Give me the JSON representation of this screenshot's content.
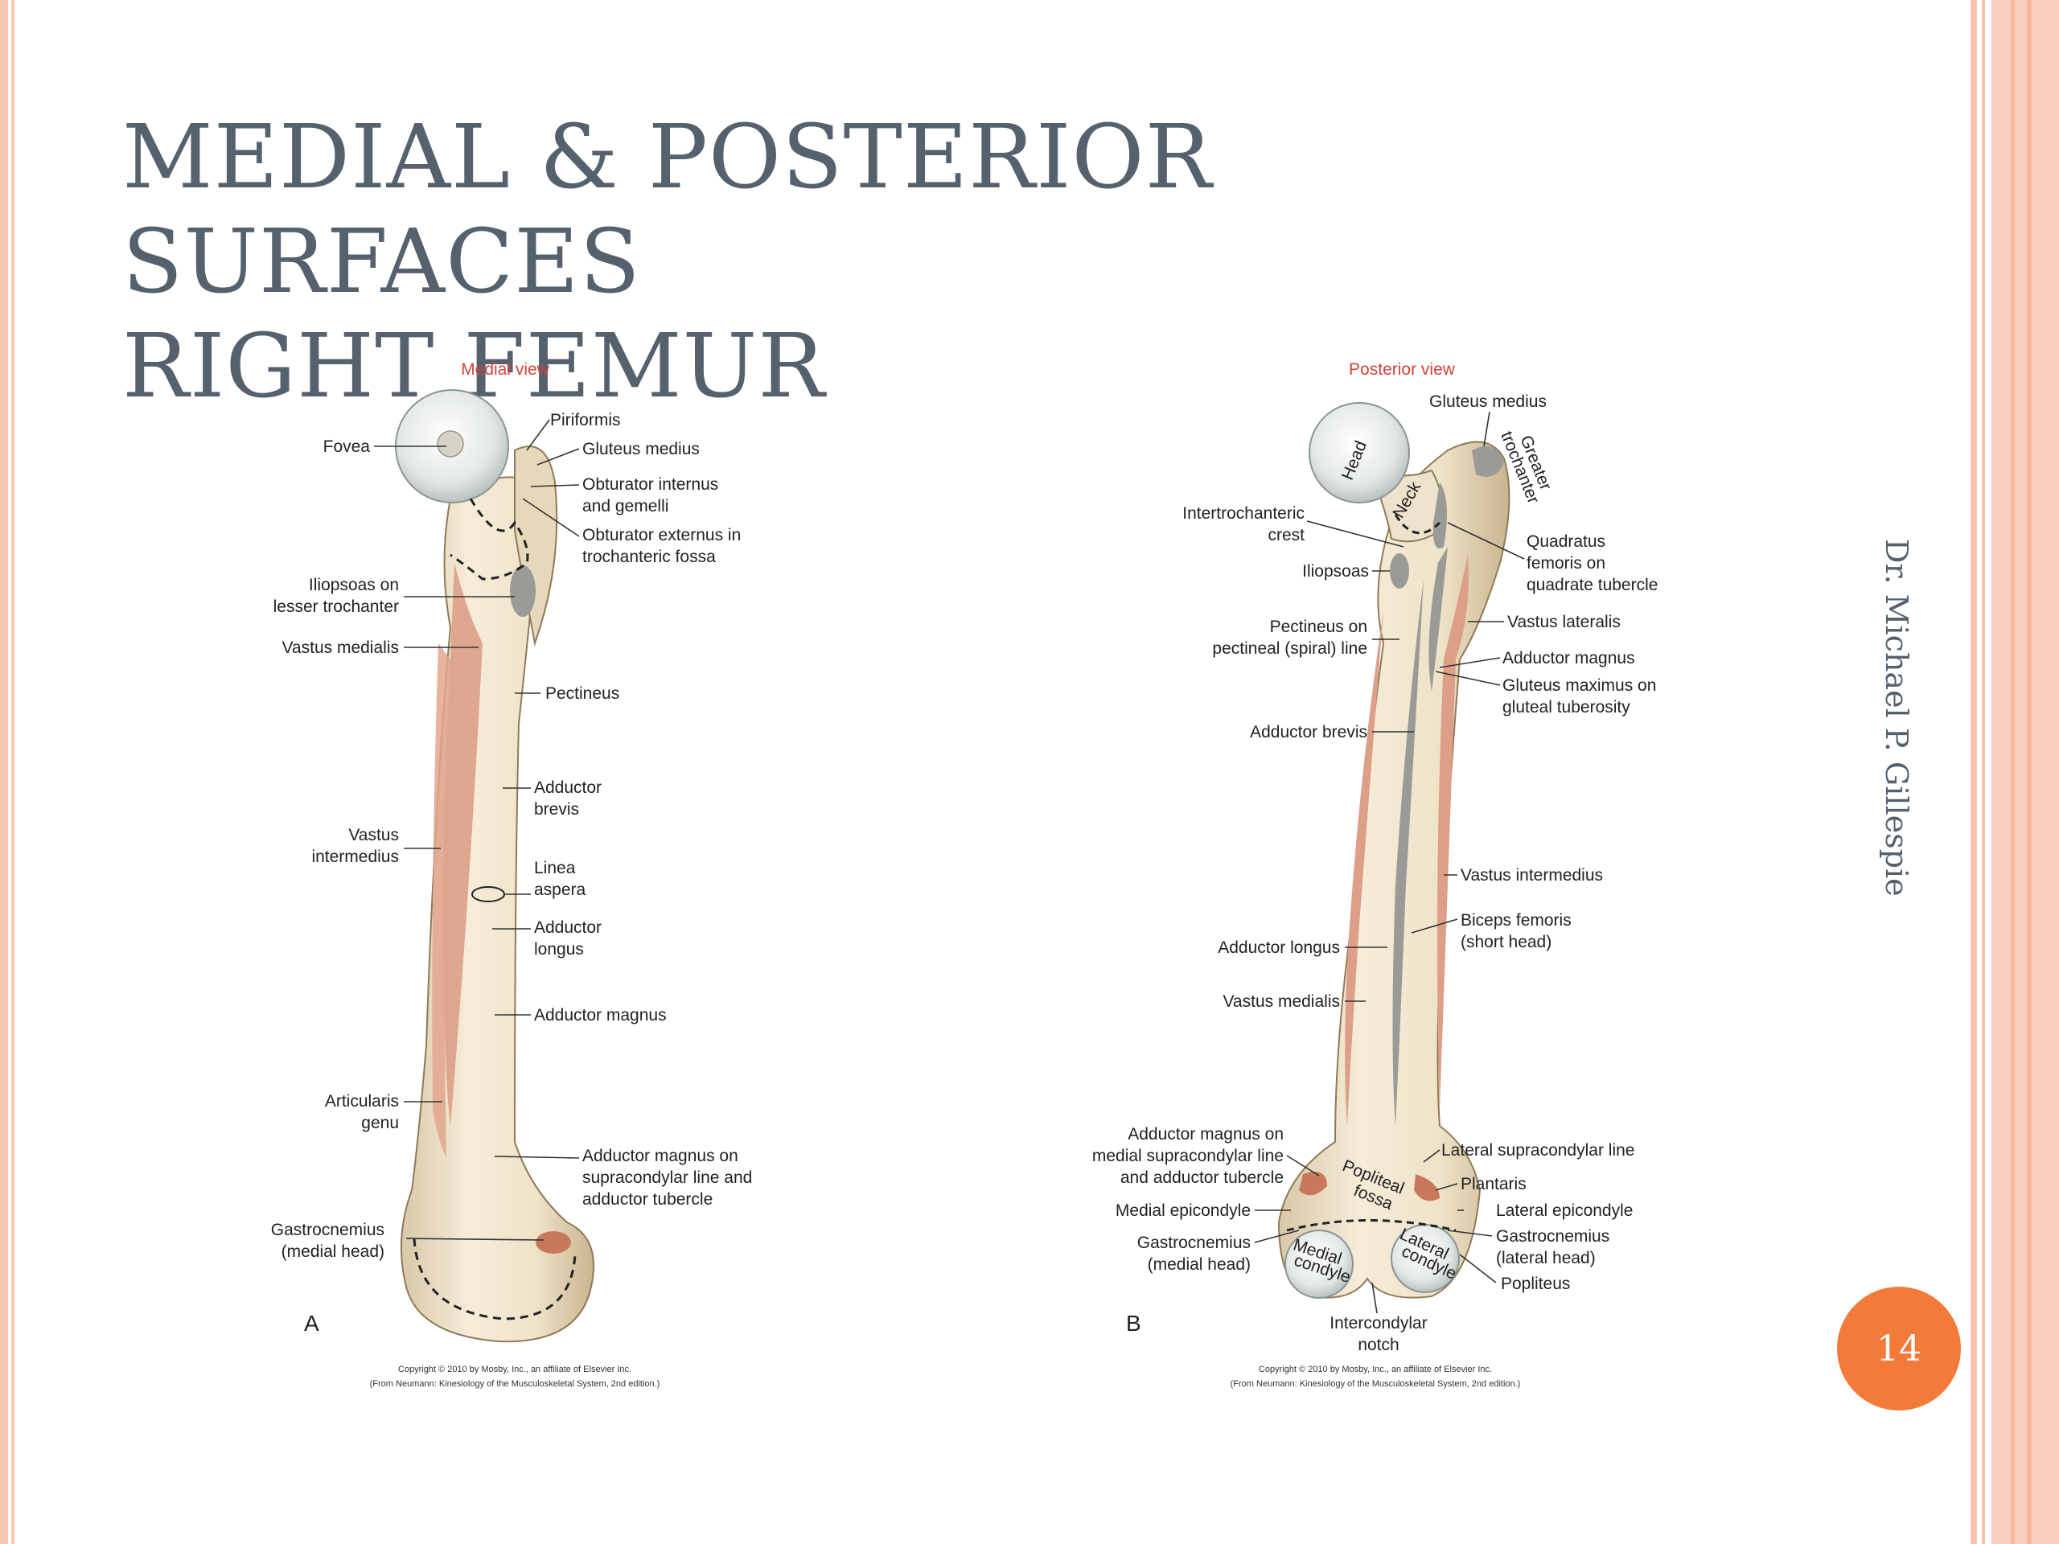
{
  "slide": {
    "title_line1": "MEDIAL & POSTERIOR SURFACES",
    "title_line2": "RIGHT FEMUR",
    "author": "Dr. Michael P. Gillespie",
    "page_number": "14"
  },
  "colors": {
    "accent": "#f47a3a",
    "border": "#f7c3ad",
    "title": "#56616e",
    "view_label": "#d0433a",
    "bone": "#f1e5cf",
    "muscle": "#dd9f88",
    "attachment": "#9a9a97"
  },
  "panel_a": {
    "view_title": "Medial view",
    "letter": "A",
    "copyright_line1": "Copyright © 2010 by Mosby, Inc., an affiliate of Elsevier Inc.",
    "copyright_line2": "(From Neumann: Kinesiology of the Musculoskeletal System, 2nd edition.)",
    "labels": {
      "fovea": "Fovea",
      "piriformis": "Piriformis",
      "gluteus_medius": "Gluteus medius",
      "obturator_internus_1": "Obturator internus",
      "obturator_internus_2": "and gemelli",
      "obturator_externus_1": "Obturator externus in",
      "obturator_externus_2": "trochanteric fossa",
      "iliopsoas_1": "Iliopsoas on",
      "iliopsoas_2": "lesser trochanter",
      "vastus_medialis": "Vastus medialis",
      "pectineus": "Pectineus",
      "adductor_brevis_1": "Adductor",
      "adductor_brevis_2": "brevis",
      "vastus_intermedius_1": "Vastus",
      "vastus_intermedius_2": "intermedius",
      "linea_aspera_1": "Linea",
      "linea_aspera_2": "aspera",
      "adductor_longus_1": "Adductor",
      "adductor_longus_2": "longus",
      "adductor_magnus": "Adductor magnus",
      "articularis_1": "Articularis",
      "articularis_2": "genu",
      "adductor_magnus_on_1": "Adductor magnus on",
      "adductor_magnus_on_2": "supracondylar line and",
      "adductor_magnus_on_3": "adductor tubercle",
      "gastrocnemius_1": "Gastrocnemius",
      "gastrocnemius_2": "(medial head)"
    }
  },
  "panel_b": {
    "view_title": "Posterior view",
    "letter": "B",
    "copyright_line1": "Copyright © 2010 by Mosby, Inc., an affiliate of Elsevier Inc.",
    "copyright_line2": "(From Neumann: Kinesiology of the Musculoskeletal System, 2nd edition.)",
    "labels": {
      "gluteus_medius": "Gluteus medius",
      "greater_1": "Greater",
      "greater_2": "trochanter",
      "head": "Head",
      "neck": "Neck",
      "intertrochanteric_1": "Intertrochanteric",
      "intertrochanteric_2": "crest",
      "iliopsoas": "Iliopsoas",
      "quadratus_1": "Quadratus",
      "quadratus_2": "femoris on",
      "quadratus_3": "quadrate tubercle",
      "vastus_lateralis": "Vastus lateralis",
      "pectineus_1": "Pectineus on",
      "pectineus_2": "pectineal (spiral) line",
      "adductor_magnus": "Adductor magnus",
      "gluteus_maximus_1": "Gluteus maximus on",
      "gluteus_maximus_2": "gluteal tuberosity",
      "adductor_brevis": "Adductor brevis",
      "vastus_intermedius": "Vastus intermedius",
      "biceps_1": "Biceps femoris",
      "biceps_2": "(short head)",
      "adductor_longus": "Adductor longus",
      "vastus_medialis": "Vastus medialis",
      "adductor_magnus_on_1": "Adductor magnus on",
      "adductor_magnus_on_2": "medial supracondylar line",
      "adductor_magnus_on_3": "and adductor tubercle",
      "lateral_supracondylar": "Lateral supracondylar line",
      "popliteal_1": "Popliteal",
      "popliteal_2": "fossa",
      "plantaris": "Plantaris",
      "medial_epicondyle": "Medial epicondyle",
      "lateral_epicondyle": "Lateral epicondyle",
      "gastroc_medial_1": "Gastrocnemius",
      "gastroc_medial_2": "(medial head)",
      "gastroc_lateral_1": "Gastrocnemius",
      "gastroc_lateral_2": "(lateral head)",
      "medial_condyle_1": "Medial",
      "medial_condyle_2": "condyle",
      "lateral_condyle_1": "Lateral",
      "lateral_condyle_2": "condyle",
      "popliteus": "Popliteus",
      "intercondylar_1": "Intercondylar",
      "intercondylar_2": "notch"
    }
  }
}
